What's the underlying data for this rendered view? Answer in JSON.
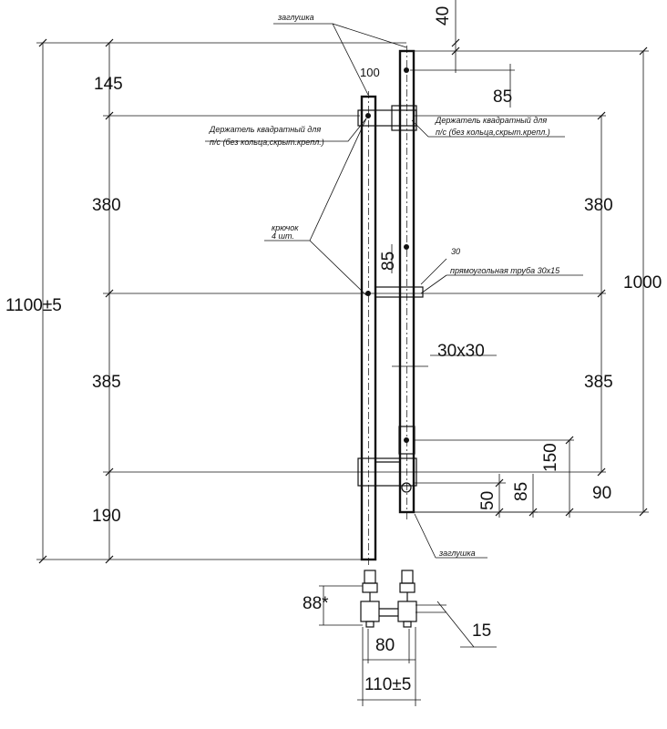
{
  "labels": {
    "zaglushka_top": "заглушка",
    "zaglushka_bottom": "заглушка",
    "holder_left_1": "Держатель квадратный для",
    "holder_left_2": "п/с (без кольца,скрыт.крепл.)",
    "holder_right_1": "Держатель квадратный для",
    "holder_right_2": "п/с (без кольца,скрыт.крепл.)",
    "hook_1": "крючок",
    "hook_2": "4 шт.",
    "pipe": "прямоугольная труба 30х15",
    "pipe_width": "30"
  },
  "dimensions": {
    "d40": "40",
    "d100": "100",
    "d85_top": "85",
    "d145": "145",
    "d380_left": "380",
    "d380_right": "380",
    "d1100": "1100±5",
    "d1000": "1000",
    "d85_mid": "85",
    "d30x30": "30х30",
    "d385_left": "385",
    "d385_right": "385",
    "d150": "150",
    "d85_low": "85",
    "d50": "50",
    "d90": "90",
    "d190": "190",
    "d88": "88*",
    "d15": "15",
    "d80": "80",
    "d110": "110±5"
  }
}
